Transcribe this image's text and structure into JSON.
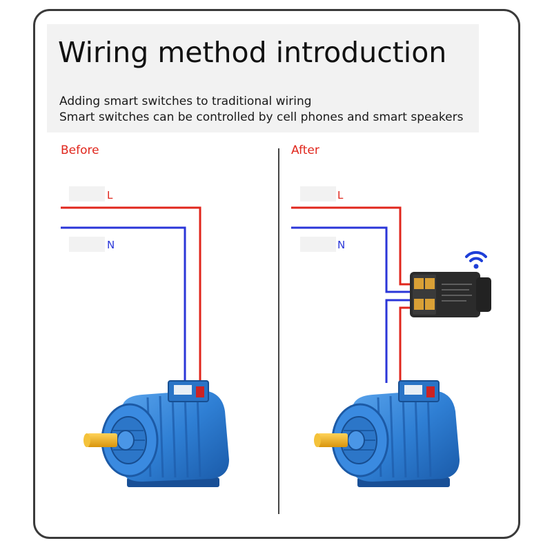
{
  "header": {
    "title": "Wiring method introduction",
    "subtitle_line1": "Adding smart switches to traditional wiring",
    "subtitle_line2": "Smart switches can be controlled by cell phones and smart speakers"
  },
  "sections": {
    "before": {
      "label": "Before",
      "live_label": "L",
      "neutral_label": "N"
    },
    "after": {
      "label": "After",
      "live_label": "L",
      "neutral_label": "N"
    }
  },
  "colors": {
    "live_wire": "#e0261c",
    "neutral_wire": "#2a36d8",
    "motor_body": "#2f7fd4",
    "shaft": "#f0b521",
    "switch_body": "#2b2b2b",
    "wifi": "#1e3fd8"
  },
  "icons": {
    "wifi": "wifi-icon",
    "motor": "electric-motor-icon",
    "switch": "smart-switch-icon"
  }
}
